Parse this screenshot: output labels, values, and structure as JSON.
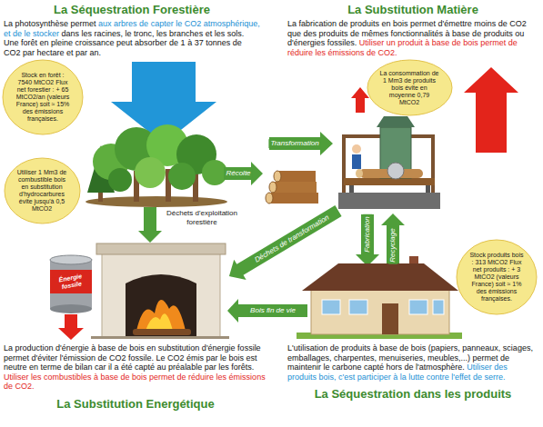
{
  "diagram": {
    "nodes": [
      {
        "text": [
          "La Séquestration Forestière",
          "La photosynthèse permet",
          "aux arbres de capter le CO2 atmosphérique, et de le stocker",
          "dans les racines, le tronc, les branches et les sols. Une forêt en pleine croissance peut absorber de 1 à 37 tonnes de CO2 par hectare et par an."
        ]
      },
      {
        "text": [
          "La Substitution Matière",
          "La fabrication de produits en bois permet d'émettre moins de CO2 que des produits de mêmes fonctionnalités à base de produits ou d'énergies fossiles.",
          "Utiliser un produit à base de bois permet de réduire les émissions de CO2."
        ]
      },
      {
        "text": [
          "Stock en forêt : 7540 MtCO2 Flux net forestier : + 65 MtCO2/an (valeurs France) soit ≈ 15% des émissions françaises."
        ]
      },
      {
        "text": [
          "La consommation de 1 Mm3 de produits bois évite en moyenne 0,79 MtCO2"
        ]
      },
      {
        "text": [
          "Utiliser 1 Mm3 de combustible bois en substitution d'hydrocarbures évite jusqu'à 0,5 MtCO2"
        ]
      },
      {
        "text": [
          "Stock produits bois : 313 MtCO2 Flux net produits : + 3 MtCO2 (valeurs France) soit ≈ 1% des émissions françaises."
        ]
      },
      {
        "text": [
          "La production d'énergie à base de bois en substitution d'énergie fossile permet d'éviter l'émission de CO2 fossile. Le CO2 émis par le bois est neutre en terme de bilan car il a été capté au préalable par les forêts.",
          "Utiliser les combustibles à base de bois permet de réduire les émissions de CO2.",
          "La Substitution Energétique"
        ]
      },
      {
        "text": [
          "L'utilisation de produits à base de bois (papiers, panneaux, sciages, emballages, charpentes, menuiseries, meubles,...) permet de maintenir le carbone capté hors de l'atmosphère.",
          "Utiliser des produits bois, c'est participer à la lutte contre l'effet de serre.",
          "La Séquestration dans les produits"
        ]
      }
    ],
    "labels": [
      "Récolte",
      "Transformation",
      "Déchets d'exploitation forestière",
      "Déchets de transformation",
      "Bois fin de vie",
      "Fabrication",
      "Recyclage",
      "Énergie fossile"
    ]
  }
}
